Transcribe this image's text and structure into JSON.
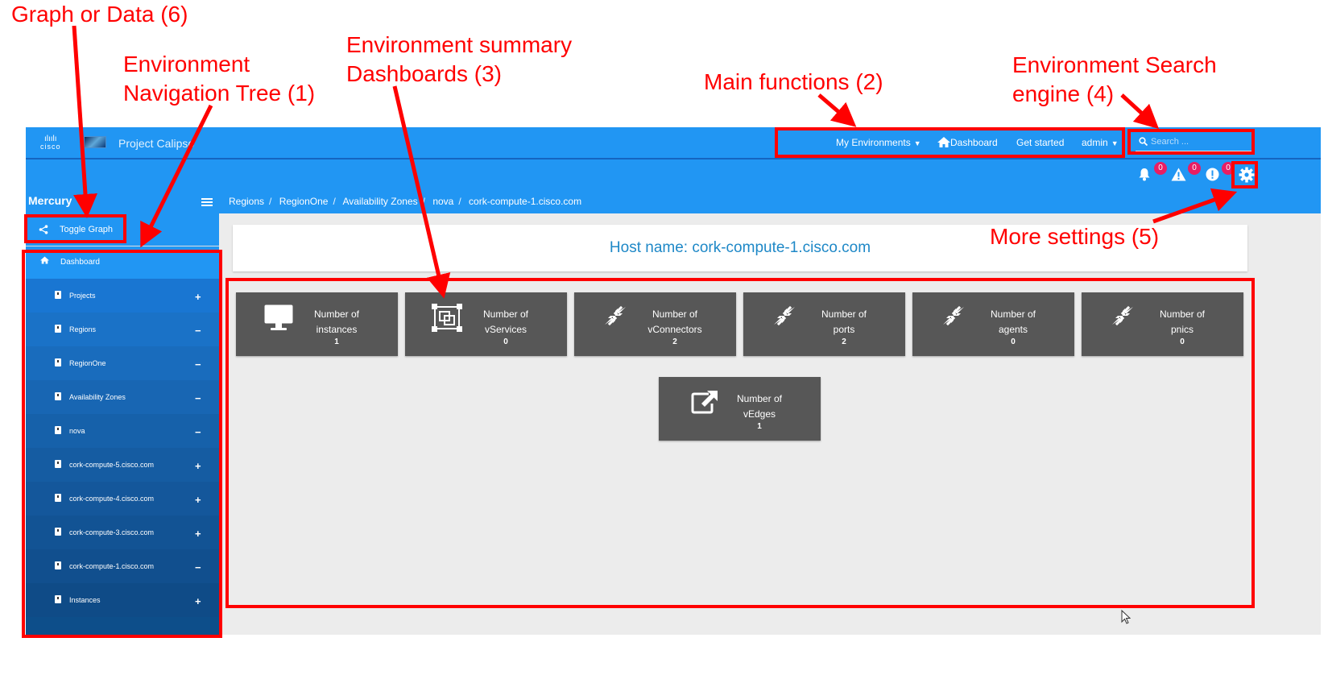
{
  "app": {
    "logo_text": "cisco",
    "title": "Project Calipso",
    "nav": {
      "environments": "My Environments",
      "dashboard": "Dashboard",
      "get_started": "Get started",
      "user": "admin"
    },
    "search": {
      "placeholder": "Search ..."
    },
    "badges": [
      {
        "icon": "bell-icon",
        "count": "0"
      },
      {
        "icon": "warning-icon",
        "count": "0"
      },
      {
        "icon": "error-icon",
        "count": "0"
      }
    ],
    "settings_icon": "gear-icon"
  },
  "breadcrumb": [
    "Regions",
    "RegionOne",
    "Availability Zones",
    "nova",
    "cork-compute-1.cisco.com"
  ],
  "sidebar": {
    "title": "Mercury",
    "toggle_graph": "Toggle Graph",
    "dashboard": "Dashboard",
    "items": [
      {
        "label": "Projects",
        "sign": "+"
      },
      {
        "label": "Regions",
        "sign": "−"
      },
      {
        "label": "RegionOne",
        "sign": "−"
      },
      {
        "label": "Availability Zones",
        "sign": "−"
      },
      {
        "label": "nova",
        "sign": "−"
      },
      {
        "label": "cork-compute-5.cisco.com",
        "sign": "+"
      },
      {
        "label": "cork-compute-4.cisco.com",
        "sign": "+"
      },
      {
        "label": "cork-compute-3.cisco.com",
        "sign": "+"
      },
      {
        "label": "cork-compute-1.cisco.com",
        "sign": "−"
      },
      {
        "label": "Instances",
        "sign": "+"
      }
    ]
  },
  "main": {
    "host_label": "Host name: cork-compute-1.cisco.com",
    "tiles": [
      {
        "line1": "Number of",
        "line2": "instances",
        "value": "1",
        "icon": "monitor-icon"
      },
      {
        "line1": "Number of",
        "line2": "vServices",
        "value": "0",
        "icon": "vservice-icon"
      },
      {
        "line1": "Number of",
        "line2": "vConnectors",
        "value": "2",
        "icon": "compress-arrows-icon"
      },
      {
        "line1": "Number of",
        "line2": "ports",
        "value": "2",
        "icon": "compress-arrows-icon"
      },
      {
        "line1": "Number of",
        "line2": "agents",
        "value": "0",
        "icon": "compress-arrows-icon"
      },
      {
        "line1": "Number of",
        "line2": "pnics",
        "value": "0",
        "icon": "compress-arrows-icon"
      },
      {
        "line1": "Number of",
        "line2": "vEdges",
        "value": "1",
        "icon": "external-link-icon"
      }
    ]
  },
  "annotations": {
    "graph_or_data": "Graph or Data (6)",
    "nav_tree_1": "Environment",
    "nav_tree_2": "Navigation Tree (1)",
    "summary_1": "Environment summary",
    "summary_2": "Dashboards (3)",
    "main_functions": "Main functions (2)",
    "search_1": "Environment Search",
    "search_2": "engine (4)",
    "more_settings": "More settings (5)",
    "color": "#ff0000"
  }
}
